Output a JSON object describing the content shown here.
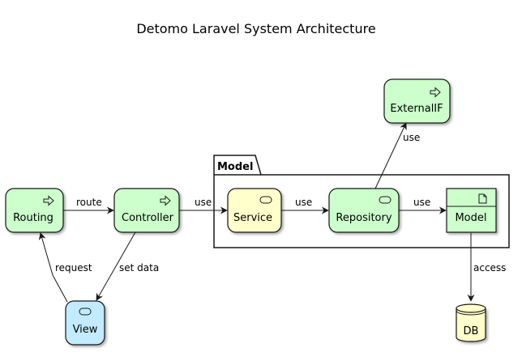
{
  "title": "Detomo Laravel System Architecture",
  "package": {
    "label": "Model"
  },
  "nodes": {
    "routing": {
      "label": "Routing",
      "icon": "arrow-right-icon",
      "color": "#ccffcc"
    },
    "controller": {
      "label": "Controller",
      "icon": "arrow-right-icon",
      "color": "#ccffcc"
    },
    "view": {
      "label": "View",
      "icon": "rounded-pill-icon",
      "color": "#c2ebff"
    },
    "service": {
      "label": "Service",
      "icon": "rounded-pill-icon",
      "color": "#ffffcc"
    },
    "repository": {
      "label": "Repository",
      "icon": "rounded-pill-icon",
      "color": "#ccffcc"
    },
    "model": {
      "label": "Model",
      "icon": "document-icon",
      "color": "#ccffcc"
    },
    "externalif": {
      "label": "ExternalIF",
      "icon": "arrow-right-icon",
      "color": "#ccffcc"
    },
    "db": {
      "label": "DB",
      "icon": "database-icon",
      "color": "#ffffcc"
    }
  },
  "edges": {
    "route": "route",
    "use_controller_service": "use",
    "use_service_repository": "use",
    "use_repository_model": "use",
    "use_repository_external": "use",
    "set_data": "set data",
    "request": "request",
    "access": "access"
  }
}
